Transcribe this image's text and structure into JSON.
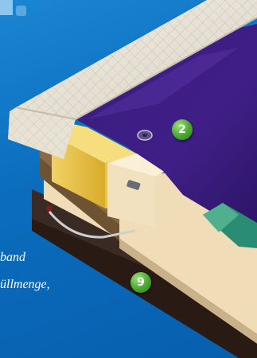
{
  "badges": {
    "b1": "2",
    "b2": "9"
  },
  "captions": {
    "line1": "band",
    "line2": "üllmenge,"
  },
  "colors": {
    "background": "#0b6cbd",
    "bladder": "#3f1f86",
    "badge": "#4aa62f",
    "foam": "#e6c24a",
    "bumper": "#2a8c72"
  }
}
